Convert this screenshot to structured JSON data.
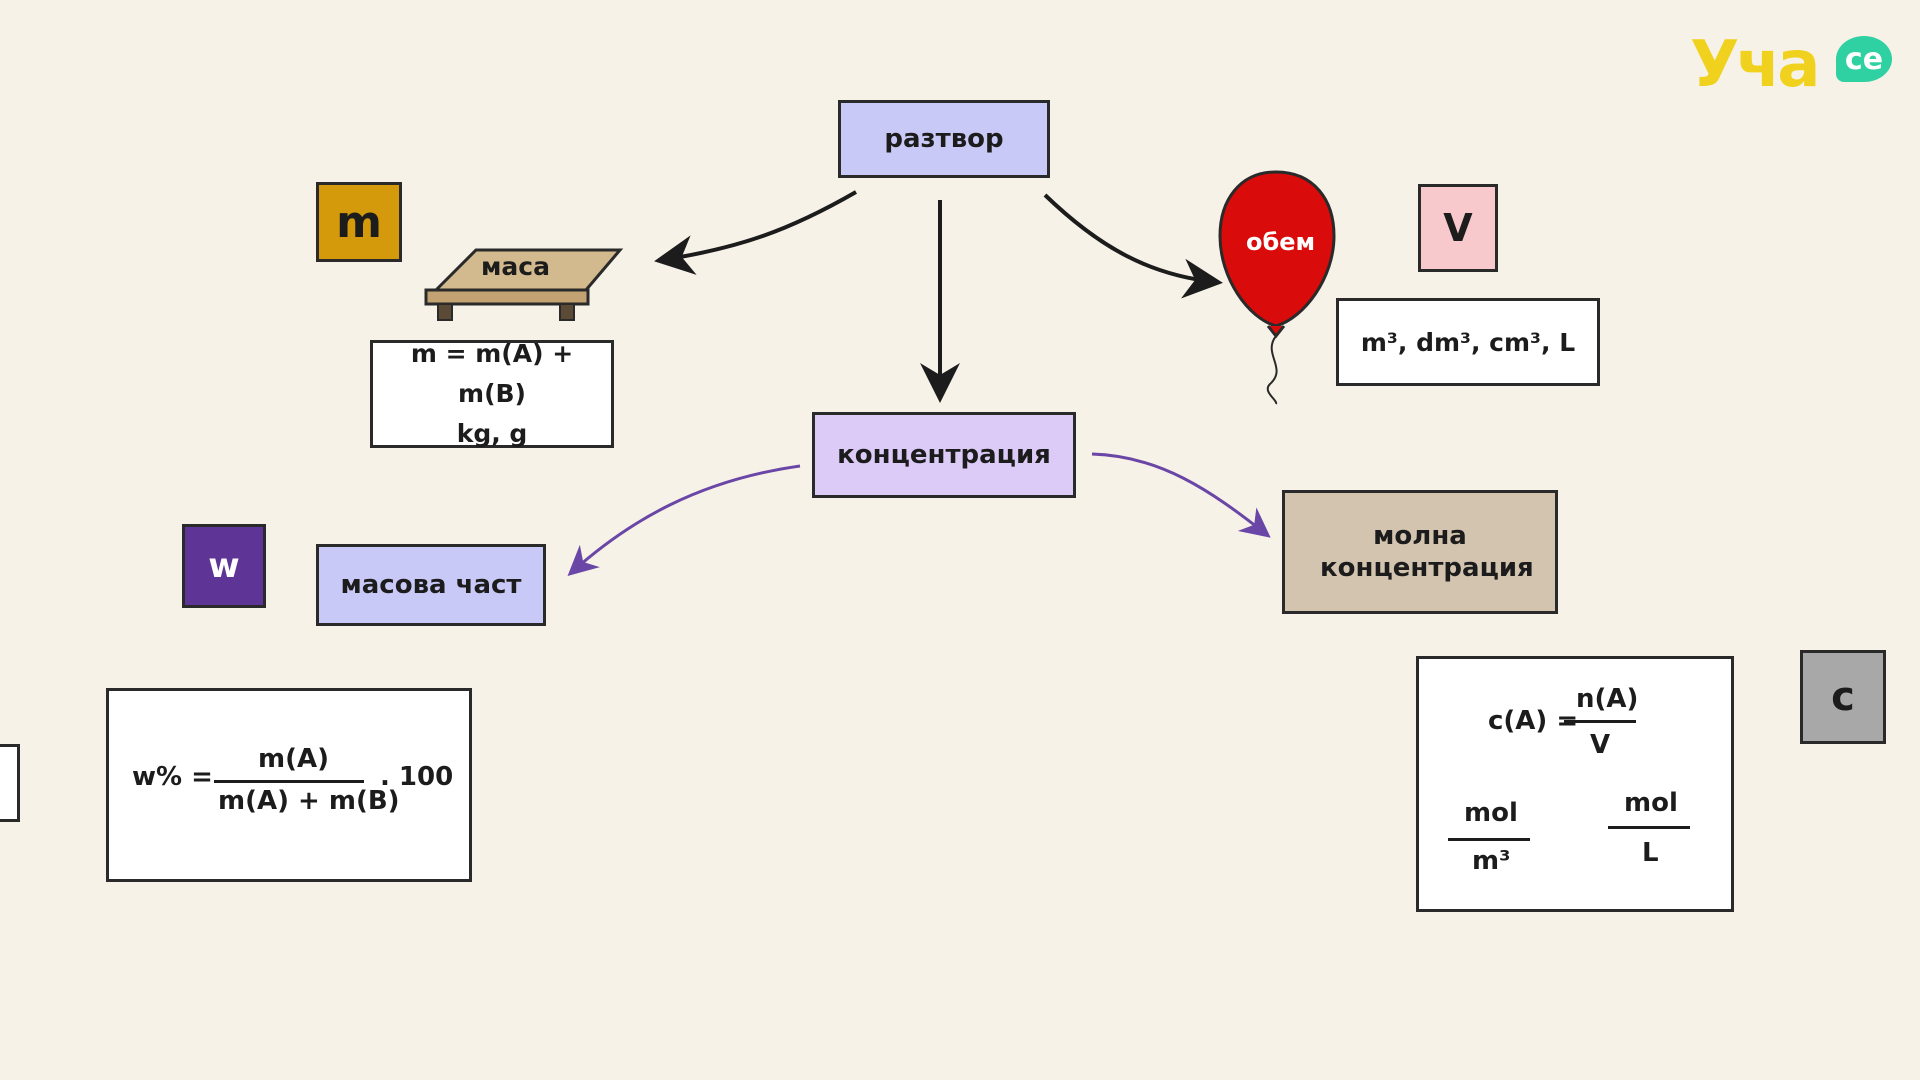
{
  "logo": {
    "text": "Уча",
    "bubble": "се"
  },
  "center": {
    "label": "разтвор"
  },
  "mass": {
    "symbol": "m",
    "label": "маса",
    "formula": "m = m(A) + m(B)",
    "units": "kg, g"
  },
  "volume": {
    "label": "обем",
    "symbol": "V",
    "units": "m³, dm³, cm³, L"
  },
  "concentration": {
    "label": "концентрация"
  },
  "mass_fraction": {
    "symbol": "w",
    "label": "масова част",
    "formula_left": "w% =",
    "numerator": "m(A)",
    "denominator": "m(A) + m(B)",
    "multiplier": ". 100"
  },
  "molar": {
    "label": "молна концентрация",
    "symbol": "c",
    "formula_left": "c(A) =",
    "numerator": "n(A)",
    "denominator": "V",
    "unit1_num": "mol",
    "unit1_den": "m³",
    "unit2_num": "mol",
    "unit2_den": "L"
  },
  "colors": {
    "background": "#f7f2e8",
    "lavender": "#c9c9f7",
    "light_purple": "#dccbf7",
    "gold": "#d49a0c",
    "pink": "#f7c8cc",
    "purple": "#5e3596",
    "tan": "#d2c4af",
    "gray": "#a8a8a8",
    "balloon": "#d90b0b",
    "arrow_purple": "#6a46a6",
    "logo_yellow": "#f0d21e",
    "logo_green": "#2fd1a2"
  }
}
